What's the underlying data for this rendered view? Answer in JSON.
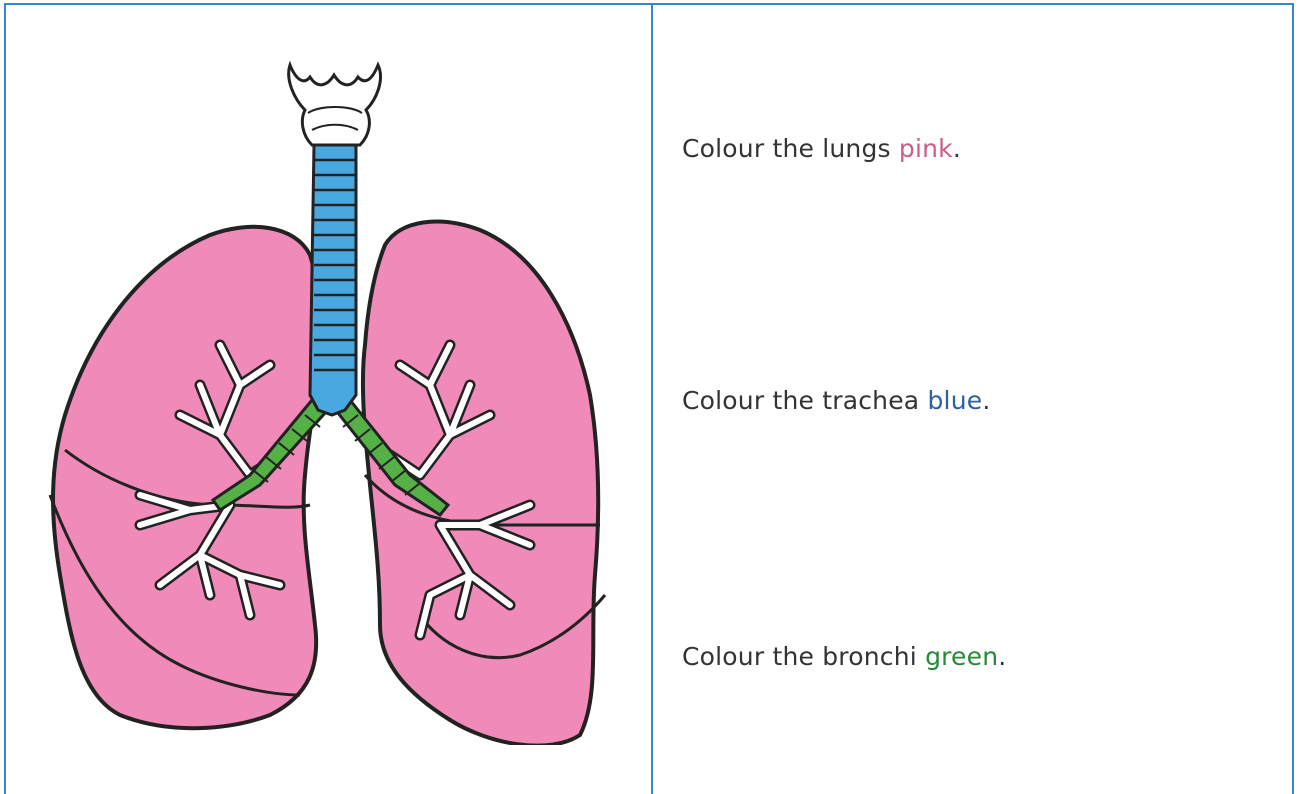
{
  "instructions": [
    {
      "prefix": "Colour the lungs ",
      "colour_word": "pink",
      "suffix": ".",
      "colour": "#cf5c84"
    },
    {
      "prefix": "Colour the trachea ",
      "colour_word": "blue",
      "suffix": ".",
      "colour": "#2c5fa6"
    },
    {
      "prefix": "Colour the bronchi ",
      "colour_word": "green",
      "suffix": ".",
      "colour": "#278a3a"
    }
  ],
  "colours": {
    "lung": "#f08ab8",
    "lung_shadow": "#d26b9b",
    "trachea": "#4aa8e0",
    "bronchi": "#55b046",
    "outline": "#222222",
    "border": "#3a86c8"
  }
}
